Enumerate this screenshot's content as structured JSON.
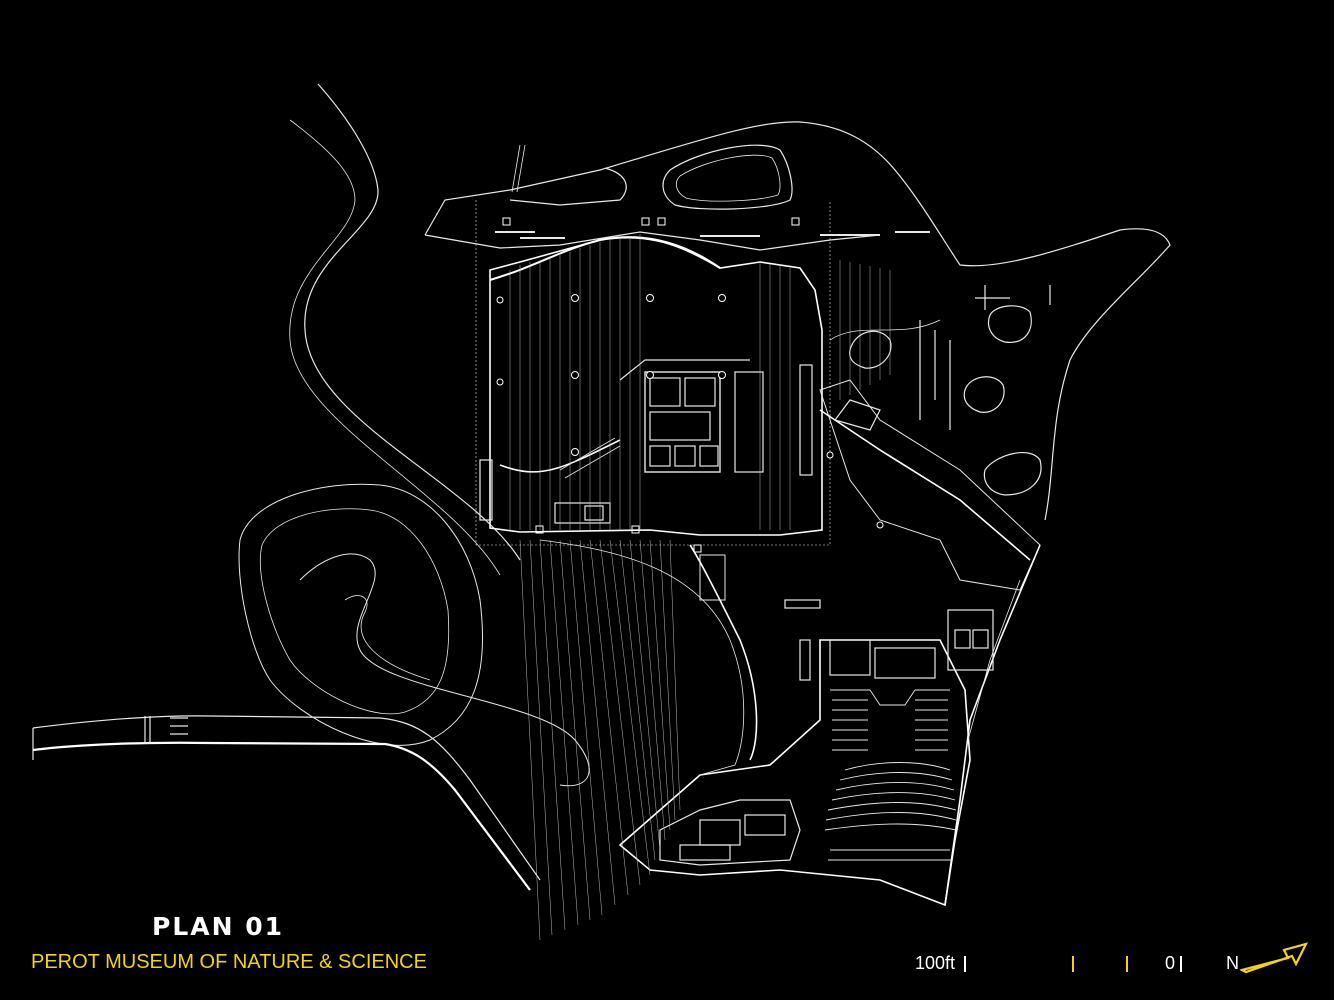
{
  "title": "PLAN 01",
  "subtitle": "PEROT MUSEUM OF NATURE & SCIENCE",
  "scale_bar": {
    "left_label": "100ft",
    "right_label": "0",
    "tick_color_white": "#ffffff",
    "tick_color_yellow": "#f2d21b"
  },
  "north_label": "N",
  "north_icon": "north-arrow-icon",
  "colors": {
    "background": "#000000",
    "linework": "#ffffff",
    "accent": "#f2d21b"
  }
}
